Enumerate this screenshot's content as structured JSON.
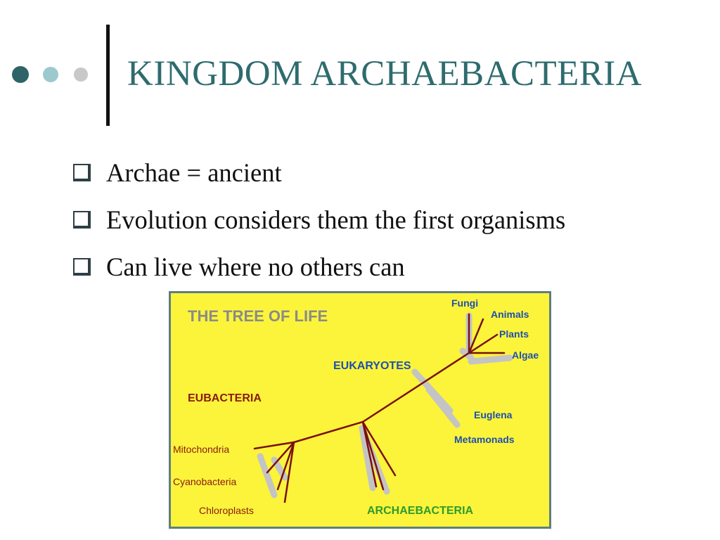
{
  "colors": {
    "title": "#2e6b6e",
    "dot_dark": "#2e6468",
    "dot_mid": "#9cc9cd",
    "dot_light": "#c8c8c8",
    "tree_background": "#fbf43a",
    "tree_border": "#5e7f80",
    "branch": "#7a1010",
    "eukaryote_label": "#1f4fb0",
    "eubacteria_label": "#8b1a12",
    "archaebacteria_label": "#2e9a2e",
    "tree_title": "#8a8a8a"
  },
  "slide": {
    "title": "KINGDOM ARCHAEBACTERIA",
    "bullets": [
      "Archae = ancient",
      "Evolution considers them the first organisms",
      "Can live where no others can"
    ]
  },
  "tree": {
    "title": "THE TREE OF LIFE",
    "groups": {
      "eukaryotes": "EUKARYOTES",
      "eubacteria": "EUBACTERIA",
      "archaebacteria": "ARCHAEBACTERIA"
    },
    "labels": {
      "fungi": "Fungi",
      "animals": "Animals",
      "plants": "Plants",
      "algae": "Algae",
      "euglena": "Euglena",
      "metamonads": "Metamonads",
      "mitochondria": "Mitochondria",
      "cyanobacteria": "Cyanobacteria",
      "chloroplasts": "Chloroplasts"
    }
  }
}
